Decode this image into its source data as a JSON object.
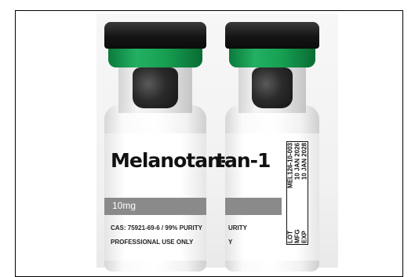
{
  "vial_left": {
    "product_name": "Melanotan-",
    "dose": "10mg",
    "cas_line": "CAS: 75921-69-6 / 99% PURITY",
    "use_line": "PROFESSIONAL USE ONLY"
  },
  "vial_right": {
    "product_name": "tan-1",
    "purity_fragment": "URITY",
    "use_fragment": "Y",
    "lot_label": "LOT",
    "lot_value": "MEL126-10-003",
    "mfg_label": "MFG",
    "mfg_value": "10 JAN 2026",
    "exp_label": "EXP",
    "exp_value": "10 JAN 2028"
  },
  "colors": {
    "cap_black": "#111111",
    "cap_green": "#1fa55a",
    "label_band": "#8a8a8a"
  }
}
